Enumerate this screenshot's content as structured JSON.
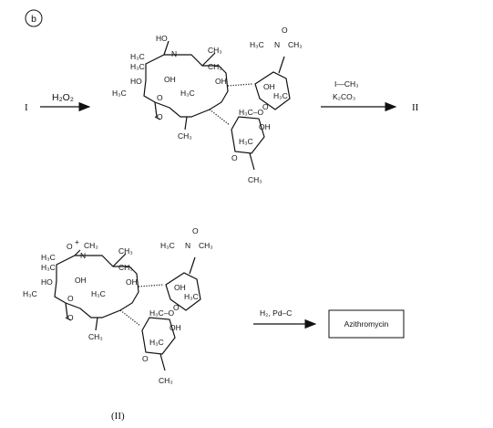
{
  "panel_label": "b",
  "compounds": {
    "start": "I",
    "intermediate": "II",
    "intermediate_caption": "(II)",
    "product": "Azithromycin"
  },
  "steps": {
    "step1_reagent": "H₂O₂",
    "step2_reagent_1": "I—CH₃",
    "step2_reagent_2": "K₂CO₃",
    "step3_reagent": "H₂, Pd–C"
  },
  "structure_labels": {
    "mol1": {
      "n_oxide_ring": "HO",
      "n_ring": "N",
      "me_top_right": "CH₃",
      "me_a": "H₃C",
      "me_b": "H₃C",
      "oh_a": "OH",
      "ho_a": "HO",
      "me_c": "CH₃",
      "oh_b": "OH",
      "me_d": "H₃C",
      "me_e": "H₃C",
      "me_bottom": "CH₃",
      "o_ring": "O",
      "o_carbonyl": "O",
      "desosamine_n": "N",
      "desosamine_o": "O",
      "desosamine_me_left": "H₃C",
      "desosamine_me_right": "CH₃",
      "desosamine_oh": "OH",
      "desosamine_me_ring": "H₃C",
      "desosamine_o_ring": "O",
      "cladinose_ome": "H₃C–O",
      "cladinose_oh": "OH",
      "cladinose_me": "H₃C",
      "cladinose_o_ring": "O",
      "cladinose_me_bottom": "CH₃"
    },
    "mol2": {
      "n_oxide": "O",
      "n_plus": "+",
      "n_ring": "N",
      "n_me": "CH₃",
      "me_top_right": "CH₃",
      "me_a": "H₃C",
      "me_b": "H₃C",
      "oh_a": "OH",
      "ho_a": "HO",
      "me_c": "CH₃",
      "oh_b": "OH",
      "me_d": "H₃C",
      "me_e": "H₃C",
      "me_bottom": "CH₃",
      "o_ring": "O",
      "o_carbonyl": "O",
      "desosamine_n": "N",
      "desosamine_o": "O",
      "desosamine_me_left": "H₃C",
      "desosamine_me_right": "CH₃",
      "desosamine_oh": "OH",
      "desosamine_me_ring": "H₃C",
      "desosamine_o_ring": "O",
      "cladinose_ome": "H₃C–O",
      "cladinose_oh": "OH",
      "cladinose_me": "H₃C",
      "cladinose_o_ring": "O",
      "cladinose_me_bottom": "CH₃"
    }
  }
}
